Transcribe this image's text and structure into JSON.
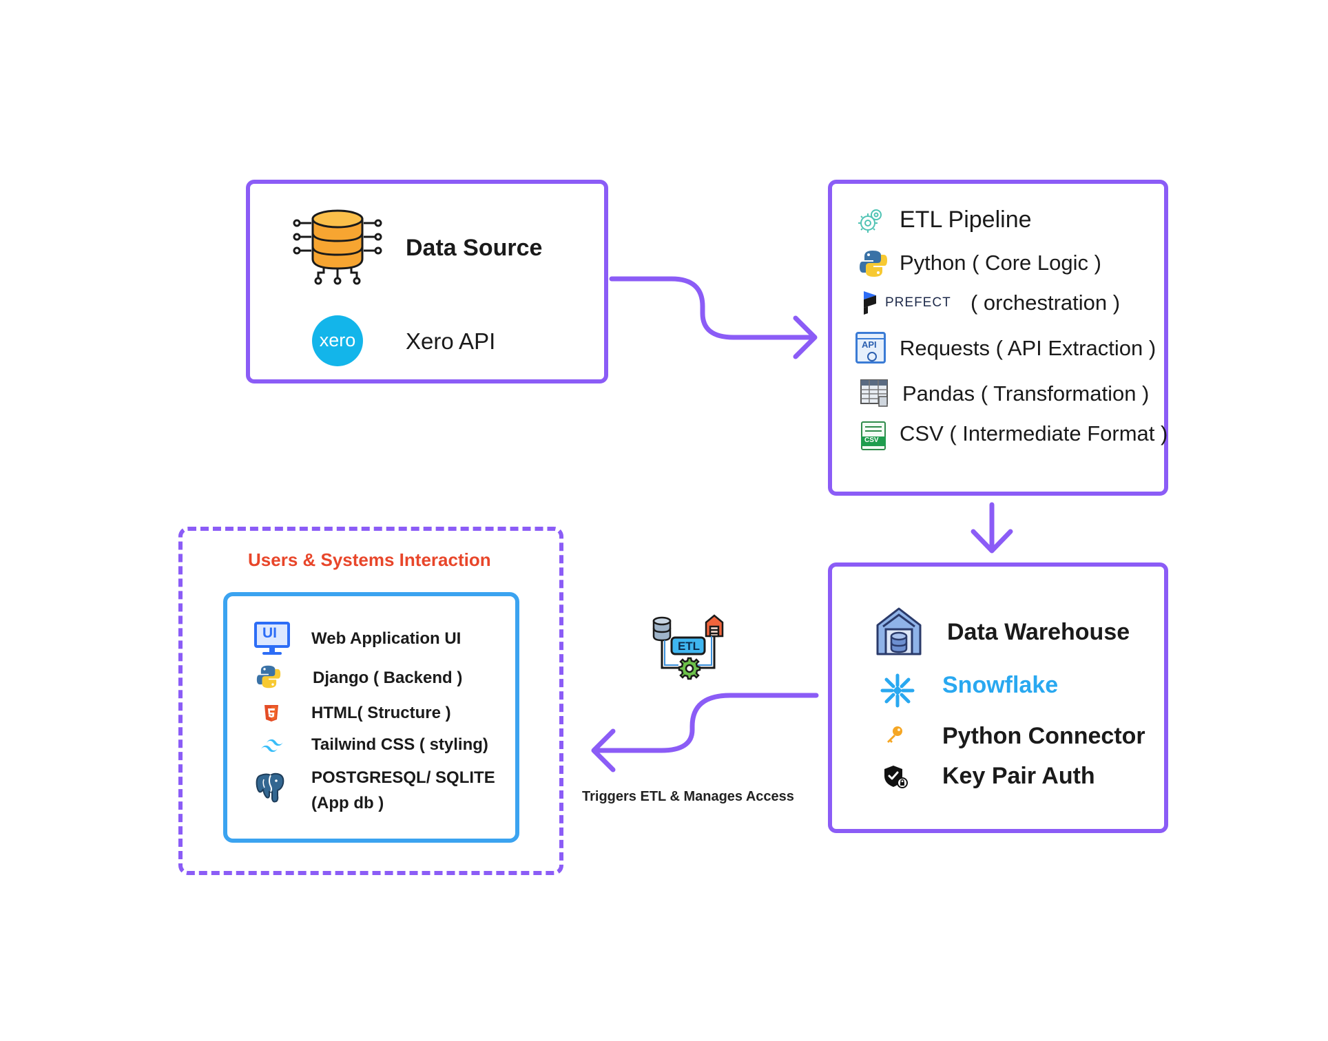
{
  "colors": {
    "accent": "#8b5cf6",
    "inner_border": "#3ba3f0",
    "users_title": "#e8462a",
    "snowflake": "#29a8f0"
  },
  "source": {
    "title": "Data Source",
    "api": "Xero API",
    "xero_logo_text": "xero"
  },
  "etl": {
    "title": "ETL Pipeline",
    "python": "Python ( Core Logic )",
    "prefect_logo": "PREFECT",
    "prefect": "( orchestration )",
    "requests": "Requests ( API Extraction )",
    "requests_icon_text": "API",
    "pandas": "Pandas ( Transformation )",
    "csv": "CSV ( Intermediate Format )",
    "csv_icon_text": "CSV"
  },
  "warehouse": {
    "title": "Data Warehouse",
    "snowflake": "Snowflake",
    "connector": "Python Connector",
    "auth": "Key Pair Auth"
  },
  "users": {
    "title": "Users & Systems Interaction",
    "web_ui": "Web Application UI",
    "web_ui_icon_text": "UI",
    "django": "Django ( Backend )",
    "html": "HTML( Structure )",
    "tailwind": "Tailwind CSS ( styling)",
    "db_line1": "POSTGRESQL/ SQLITE",
    "db_line2": "(App db )"
  },
  "connector_label": "Triggers ETL & Manages Access",
  "etl_badge_text": "ETL"
}
